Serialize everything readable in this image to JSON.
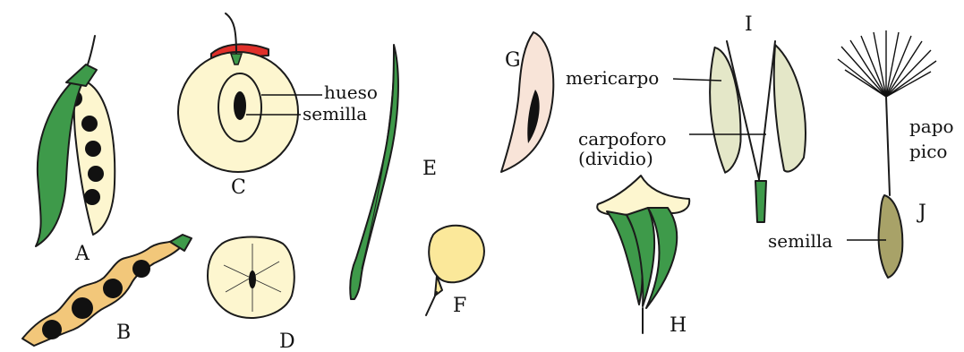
{
  "letters": {
    "A": "A",
    "B": "B",
    "C": "C",
    "D": "D",
    "E": "E",
    "F": "F",
    "G": "G",
    "H": "H",
    "I": "I",
    "J": "J"
  },
  "labels": {
    "hueso": "hueso",
    "semilla_c": "semilla",
    "mericarpo": "mericarpo",
    "carpoforo": "carpoforo",
    "dividio": "(dividio)",
    "papo": "papo",
    "pico": "pico",
    "semilla_j": "semilla"
  },
  "colors": {
    "pod_green": "#3e9a4a",
    "pod_dark_green": "#2d7a3a",
    "cream": "#fdf6cf",
    "seed": "#111111",
    "tan_pod": "#f2c77a",
    "red_skin": "#e0302a",
    "pale_yellow": "#fbe89a",
    "pink_pale": "#f8e4d8",
    "olive": "#a8a268",
    "beak_tan": "#c8a24a"
  }
}
